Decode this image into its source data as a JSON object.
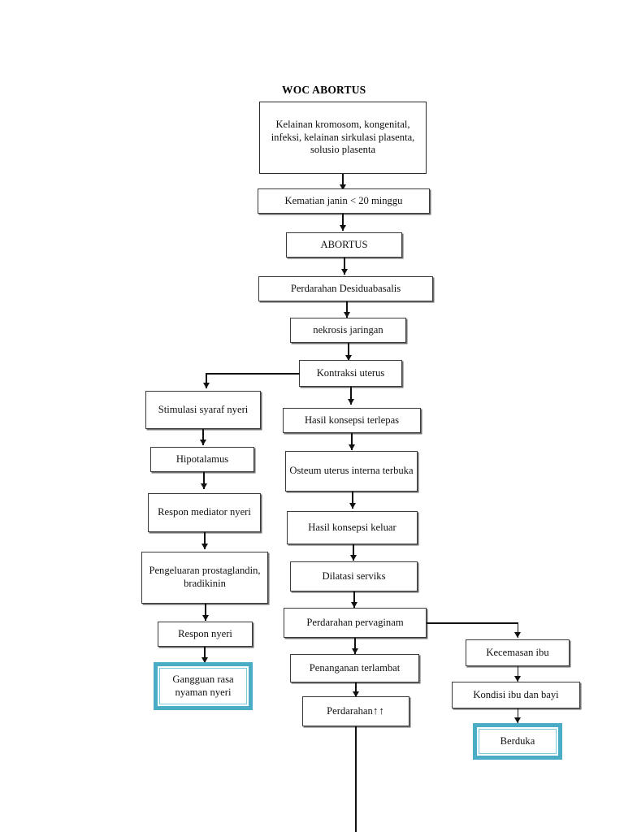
{
  "title": "WOC ABORTUS",
  "colors": {
    "highlight_border": "#4bacc6",
    "node_border": "#2b2b2b",
    "connector": "#111111",
    "background": "#ffffff"
  },
  "diagram": {
    "type": "flowchart",
    "orientation": "top-down",
    "nodes": [
      {
        "id": "n1",
        "label": "Kelainan kromosom, kongenital, infeksi, kelainan sirkulasi plasenta, solusio plasenta",
        "column": "center",
        "highlight": false
      },
      {
        "id": "n2",
        "label": "Kematian janin < 20 minggu",
        "column": "center",
        "highlight": false
      },
      {
        "id": "n3",
        "label": "ABORTUS",
        "column": "center",
        "highlight": false
      },
      {
        "id": "n4",
        "label": "Perdarahan Desiduabasalis",
        "column": "center",
        "highlight": false
      },
      {
        "id": "n5",
        "label": "nekrosis jaringan",
        "column": "center",
        "highlight": false
      },
      {
        "id": "n6",
        "label": "Kontraksi uterus",
        "column": "center",
        "highlight": false
      },
      {
        "id": "n7",
        "label": "Stimulasi syaraf nyeri",
        "column": "left",
        "highlight": false
      },
      {
        "id": "n8",
        "label": "Hipotalamus",
        "column": "left",
        "highlight": false
      },
      {
        "id": "n9",
        "label": "Respon mediator nyeri",
        "column": "left",
        "highlight": false
      },
      {
        "id": "n10",
        "label": "Pengeluaran prostaglandin, bradikinin",
        "column": "left",
        "highlight": false
      },
      {
        "id": "n11",
        "label": "Respon nyeri",
        "column": "left",
        "highlight": false
      },
      {
        "id": "n12",
        "label": "Gangguan rasa nyaman nyeri",
        "column": "left",
        "highlight": true
      },
      {
        "id": "n13",
        "label": "Hasil konsepsi terlepas",
        "column": "center",
        "highlight": false
      },
      {
        "id": "n14",
        "label": "Osteum uterus interna terbuka",
        "column": "center",
        "highlight": false
      },
      {
        "id": "n15",
        "label": "Hasil konsepsi keluar",
        "column": "center",
        "highlight": false
      },
      {
        "id": "n16",
        "label": "Dilatasi serviks",
        "column": "center",
        "highlight": false
      },
      {
        "id": "n17",
        "label": "Perdarahan pervaginam",
        "column": "center",
        "highlight": false
      },
      {
        "id": "n18",
        "label": "Penanganan terlambat",
        "column": "center",
        "highlight": false
      },
      {
        "id": "n19",
        "label": "Perdarahan",
        "suffix": "↑↑",
        "column": "center",
        "highlight": false
      },
      {
        "id": "n20",
        "label": "Kecemasan ibu",
        "column": "right",
        "highlight": false
      },
      {
        "id": "n21",
        "label": "Kondisi ibu dan bayi",
        "column": "right",
        "highlight": false
      },
      {
        "id": "n22",
        "label": "Berduka",
        "column": "right",
        "highlight": true
      }
    ],
    "edges": [
      {
        "from": "n1",
        "to": "n2"
      },
      {
        "from": "n2",
        "to": "n3"
      },
      {
        "from": "n3",
        "to": "n4"
      },
      {
        "from": "n4",
        "to": "n5"
      },
      {
        "from": "n5",
        "to": "n6"
      },
      {
        "from": "n6",
        "to": "n7",
        "style": "elbow-left"
      },
      {
        "from": "n6",
        "to": "n13"
      },
      {
        "from": "n7",
        "to": "n8"
      },
      {
        "from": "n8",
        "to": "n9"
      },
      {
        "from": "n9",
        "to": "n10"
      },
      {
        "from": "n10",
        "to": "n11"
      },
      {
        "from": "n11",
        "to": "n12"
      },
      {
        "from": "n13",
        "to": "n14"
      },
      {
        "from": "n14",
        "to": "n15"
      },
      {
        "from": "n15",
        "to": "n16"
      },
      {
        "from": "n16",
        "to": "n17"
      },
      {
        "from": "n17",
        "to": "n18"
      },
      {
        "from": "n17",
        "to": "n20",
        "style": "elbow-right"
      },
      {
        "from": "n18",
        "to": "n19"
      },
      {
        "from": "n19",
        "to": "offpage",
        "style": "continues-off-page"
      },
      {
        "from": "n20",
        "to": "n21"
      },
      {
        "from": "n21",
        "to": "n22"
      }
    ]
  }
}
